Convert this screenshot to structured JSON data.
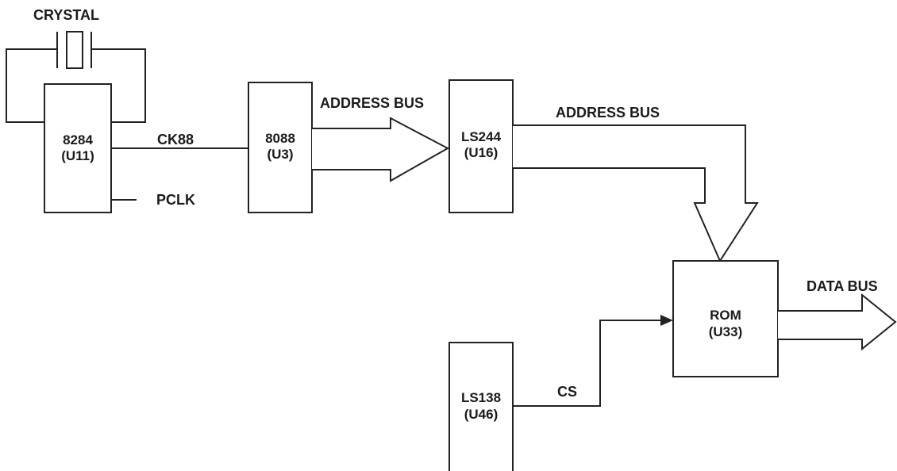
{
  "labels": {
    "crystal": "CRYSTAL",
    "ck88": "CK88",
    "pclk": "PCLK",
    "address_bus_1": "ADDRESS BUS",
    "address_bus_2": "ADDRESS BUS",
    "data_bus": "DATA BUS",
    "cs": "CS"
  },
  "chips": {
    "u11": {
      "name": "8284",
      "ref": "(U11)"
    },
    "u3": {
      "name": "8088",
      "ref": "(U3)"
    },
    "u16": {
      "name": "LS244",
      "ref": "(U16)"
    },
    "u33": {
      "name": "ROM",
      "ref": "(U33)"
    },
    "u46": {
      "name": "LS138",
      "ref": "(U46)"
    }
  }
}
